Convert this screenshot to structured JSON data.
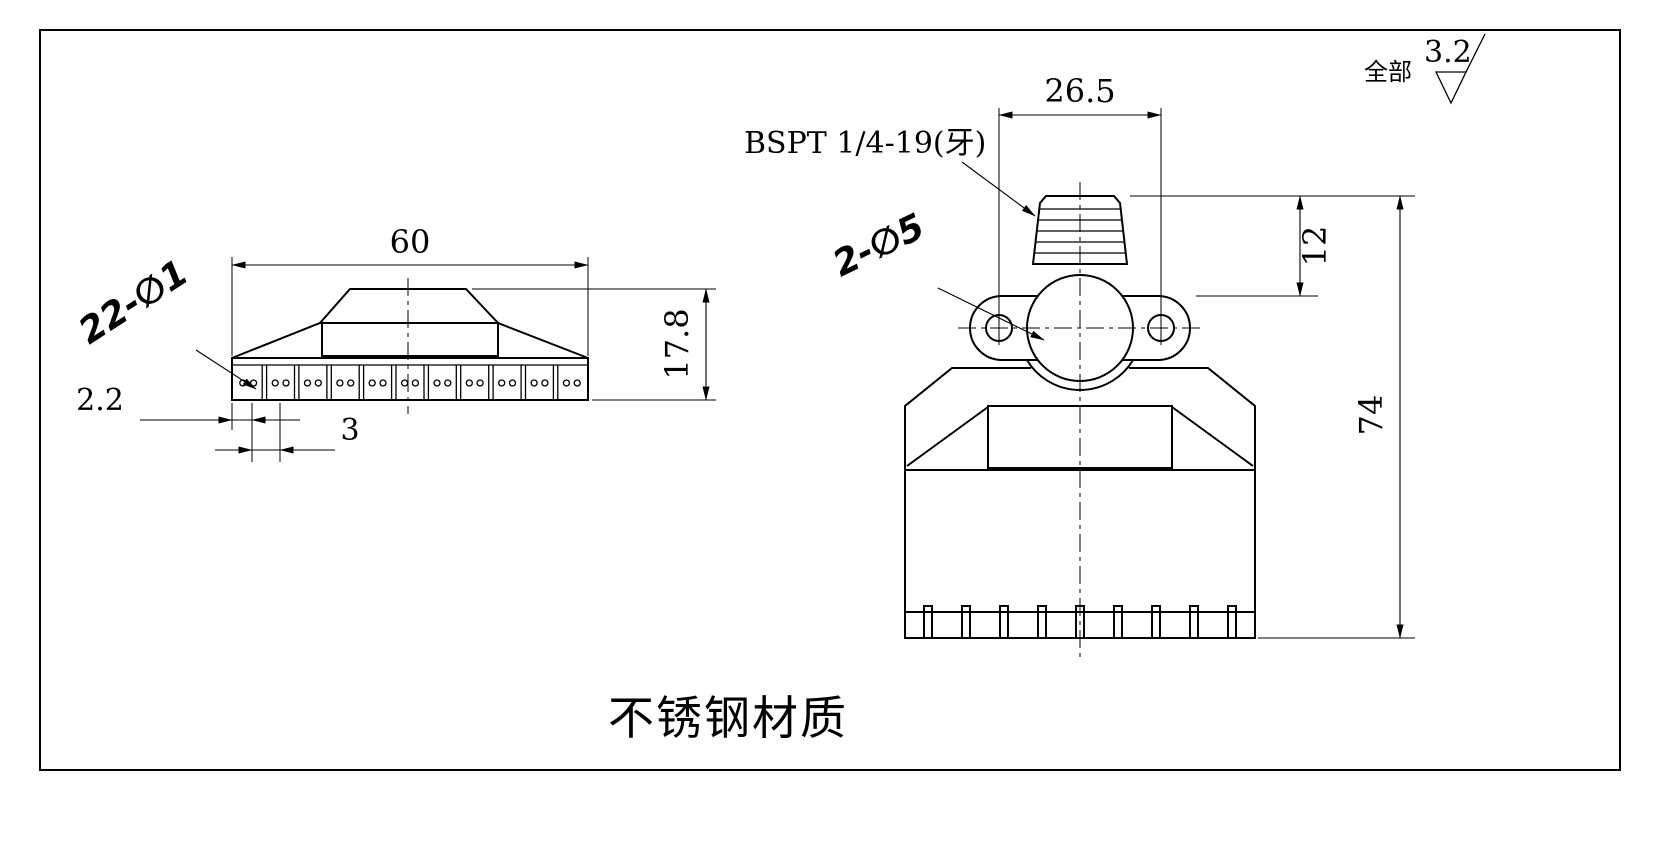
{
  "material_note": "不锈钢材质",
  "surface_finish": {
    "scope_label": "全部",
    "roughness_value": "3.2"
  },
  "side_view": {
    "dim_width": "60",
    "dim_height": "17.8",
    "holes_label": "22-∅1",
    "dim_edge_offset": "2.2",
    "dim_hole_pitch": "3"
  },
  "front_view": {
    "dim_hole_spacing": "26.5",
    "thread_label": "BSPT 1/4-19(牙)",
    "holes_label": "2-∅5",
    "dim_thread_length": "12",
    "dim_overall_height": "74"
  }
}
